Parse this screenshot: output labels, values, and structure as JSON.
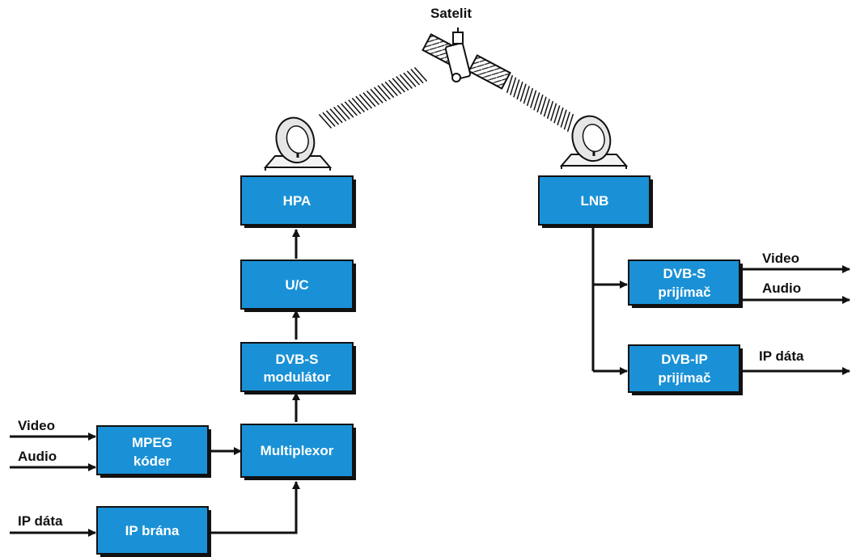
{
  "satellite": {
    "label": "Satelit",
    "icon": "satellite-icon"
  },
  "dish_icon": "satellite-dish-icon",
  "blocks": {
    "hpa": [
      "HPA"
    ],
    "uc": [
      "U/C"
    ],
    "modulator": [
      "DVB-S",
      "modulátor"
    ],
    "multiplexor": [
      "Multiplexor"
    ],
    "mpeg": [
      "MPEG",
      "kóder"
    ],
    "ipgw": [
      "IP brána"
    ],
    "lnb": [
      "LNB"
    ],
    "dvbs_rx": [
      "DVB-S",
      "prijímač"
    ],
    "dvbip_rx": [
      "DVB-IP",
      "prijímač"
    ]
  },
  "signals": {
    "in_video": "Video",
    "in_audio": "Audio",
    "in_ip": "IP dáta",
    "out_video": "Video",
    "out_audio": "Audio",
    "out_ip": "IP dáta"
  },
  "colors": {
    "block_fill": "#1a91d6",
    "line": "#111111"
  }
}
